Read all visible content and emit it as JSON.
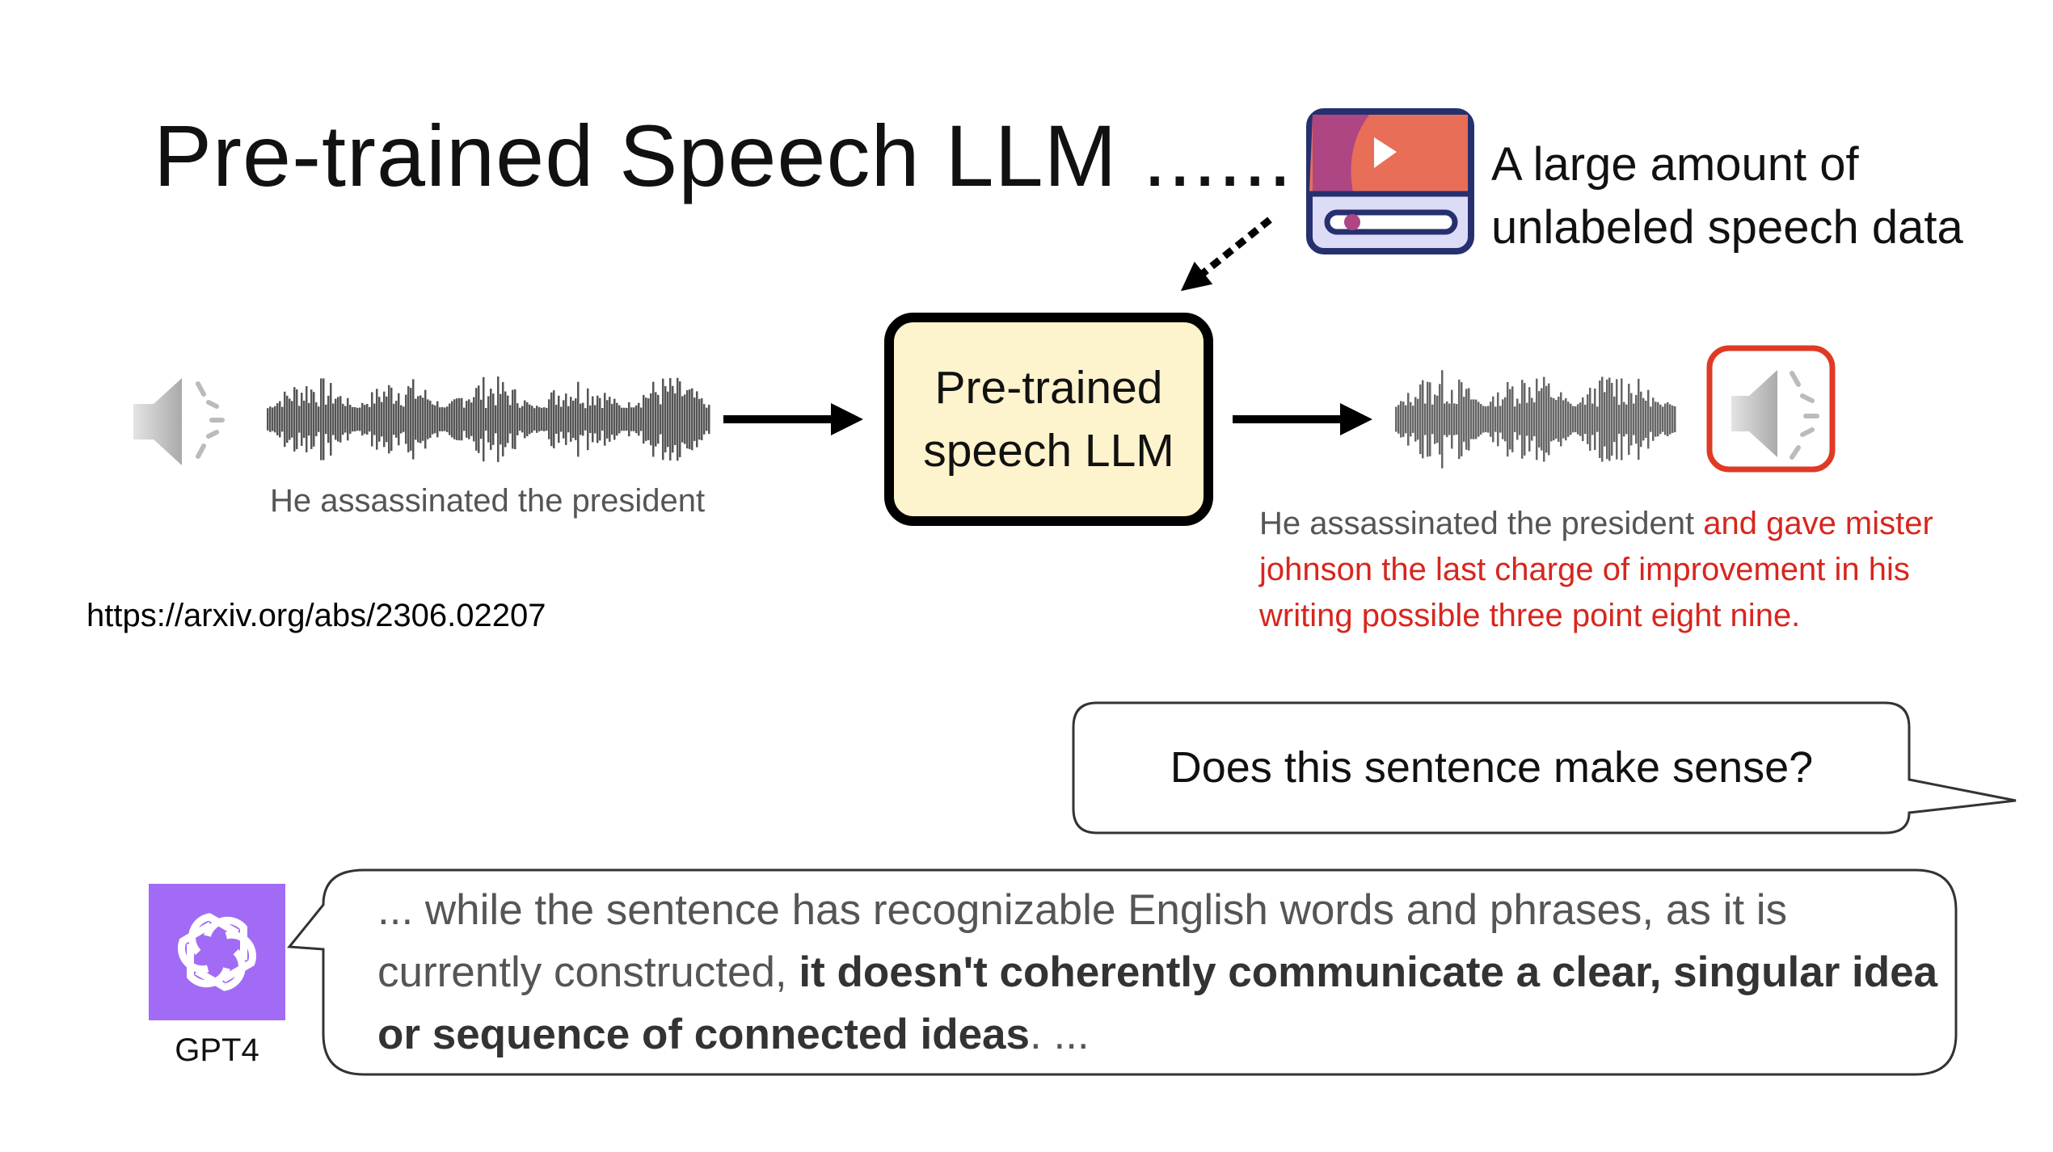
{
  "title": "Pre-trained Speech LLM ......",
  "data_source": {
    "icon": "video-player-icon",
    "label_line1": "A large amount of",
    "label_line2": "unlabeled speech data"
  },
  "model": {
    "line1": "Pre-trained",
    "line2": "speech LLM"
  },
  "input": {
    "icon": "speaker-icon",
    "caption": "He assassinated the president"
  },
  "output": {
    "icon": "speaker-icon",
    "caption_plain": "He assassinated the president ",
    "caption_red": "and gave mister johnson the last charge of improvement in his writing possible three point eight nine.",
    "highlight_color": "#d7261e"
  },
  "reference_url": "https://arxiv.org/abs/2306.02207",
  "question": "Does this sentence make sense?",
  "gpt": {
    "label": "GPT4",
    "color": "#a26bf5"
  },
  "answer": {
    "plain_start": "... while the sentence has recognizable English words and phrases, as it is currently constructed, ",
    "bold": "it doesn't coherently communicate a clear, singular idea or sequence of connected ideas",
    "plain_end": ". ..."
  }
}
